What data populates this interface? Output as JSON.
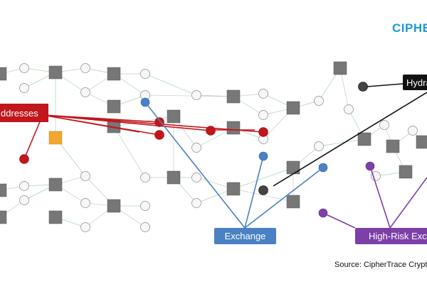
{
  "brand": {
    "text": "CIPHE",
    "color": "#1a9ad6"
  },
  "colors": {
    "red": "#c0161c",
    "black": "#111111",
    "blue": "#4a80c4",
    "purple": "#7d3fa8",
    "orange": "#f0a830",
    "node_gray": "#777777",
    "edge_green": "#a8d4b0"
  },
  "callouts": {
    "addresses": "ddresses",
    "hydra": "Hydra",
    "exchange": "Exchange",
    "high_risk": "High-Risk Exch"
  },
  "source": "Source: CipherTrace Crypto"
}
